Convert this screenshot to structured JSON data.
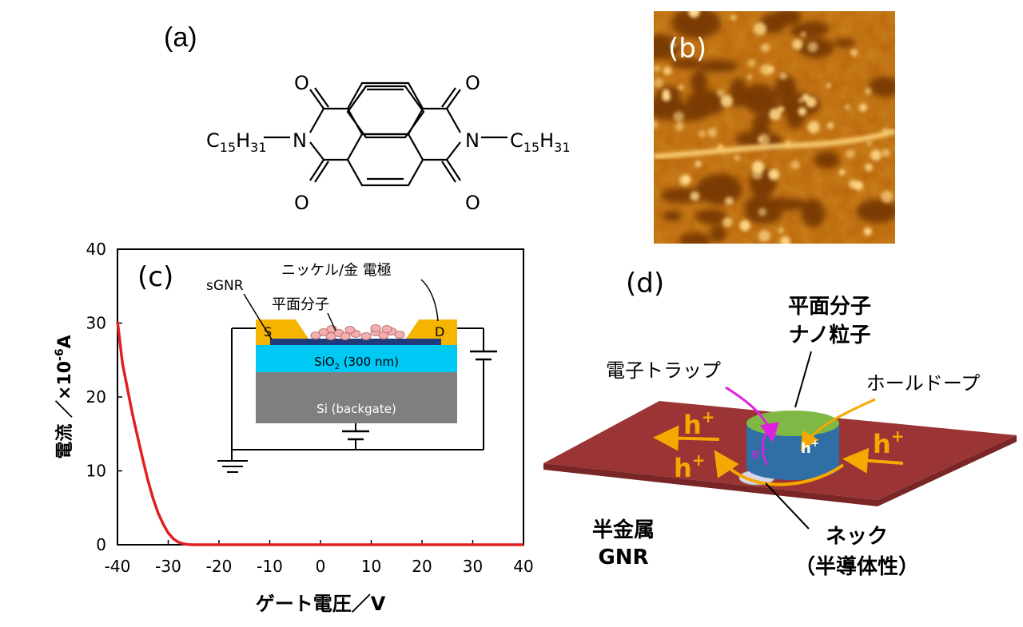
{
  "panels": {
    "a": "(a)",
    "b": "(b)",
    "c": "(c)",
    "d": "(d)"
  },
  "molecule": {
    "oxygen": "O",
    "nitrogen": "N",
    "chain_c": "C",
    "chain_c_sub": "15",
    "chain_h": "H",
    "chain_h_sub": "31"
  },
  "inset": {
    "electrode_label": "ニッケル/金 電極",
    "sgnr_label": "sGNR",
    "molecule_label": "平面分子",
    "source": "S",
    "drain": "D",
    "oxide_pre": "SiO",
    "oxide_sub": "2",
    "oxide_post": " (300 nm)",
    "substrate": "Si (backgate)"
  },
  "schematic": {
    "molecule_np_line1": "平面分子",
    "molecule_np_line2": "ナノ粒子",
    "electron_trap": "電子トラップ",
    "hole_dope": "ホールドープ",
    "hole": "h",
    "hole_sup": "+",
    "electron": "e",
    "electron_sup": "−",
    "semimetal": "半金属",
    "gnr": "GNR",
    "neck": "ネック",
    "neck_paren": "（半導体性）"
  },
  "chart_data": {
    "type": "line",
    "title": "",
    "xlabel": "ゲート電圧／V",
    "ylabel": "電流 ／×10",
    "ylabel_exp": "-6",
    "ylabel_unit": "A",
    "xlim": [
      -40,
      40
    ],
    "ylim": [
      0,
      40
    ],
    "x_ticks": [
      "-40",
      "-30",
      "-20",
      "-10",
      "0",
      "10",
      "20",
      "30",
      "40"
    ],
    "y_ticks": [
      "0",
      "10",
      "20",
      "30",
      "40"
    ],
    "grid": false,
    "series": [
      {
        "color": "#e02020",
        "x": [
          -40,
          -39,
          -38,
          -37,
          -36,
          -35,
          -34,
          -33,
          -32,
          -31,
          -30,
          -29,
          -28,
          -27,
          -26,
          -25,
          -20,
          -10,
          0,
          10,
          20,
          30,
          40
        ],
        "y": [
          30.2,
          24.5,
          21.0,
          17.5,
          14.5,
          11.5,
          8.7,
          6.3,
          4.3,
          2.8,
          1.6,
          0.8,
          0.35,
          0.12,
          0.03,
          0,
          0,
          0,
          0,
          0,
          0,
          0,
          0
        ]
      }
    ]
  },
  "colors": {
    "curve": "#e02020",
    "electrode": "#f5b400",
    "oxide": "#00c8f5",
    "silicon": "#7f7f7f",
    "gnr_sheet": "#9b3535",
    "hole_arrow": "#f5a800",
    "trap_arrow": "#e020e0",
    "cylinder_top": "#7fb845",
    "cylinder_side": "#2f6fa6"
  }
}
